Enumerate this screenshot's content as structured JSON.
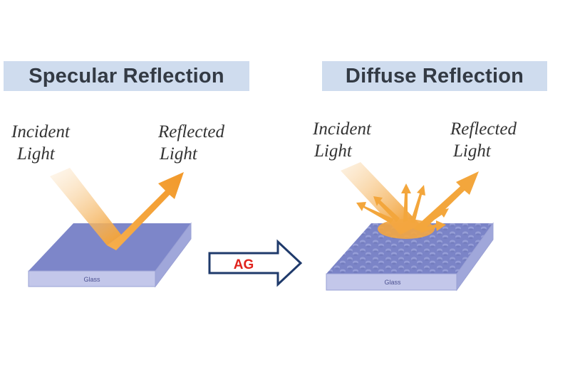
{
  "left_panel": {
    "title": "Specular Reflection",
    "incident_line1": "Incident",
    "incident_line2": "Light",
    "reflected_line1": "Reflected",
    "reflected_line2": "Light",
    "glass_label": "Glass"
  },
  "right_panel": {
    "title": "Diffuse Reflection",
    "incident_line1": "Incident",
    "incident_line2": "Light",
    "reflected_line1": "Reflected",
    "reflected_line2": "Light",
    "glass_label": "Glass"
  },
  "transition": {
    "label": "AG"
  },
  "colors": {
    "title_bg": "#cfdcee",
    "glass_top": "#7d86c9",
    "glass_front": "#c3c7ea",
    "glass_side": "#9ea5da",
    "arrow_orange": "#f2a33a",
    "ag_text": "#e0221c",
    "ag_outline": "#1f3a6b"
  }
}
